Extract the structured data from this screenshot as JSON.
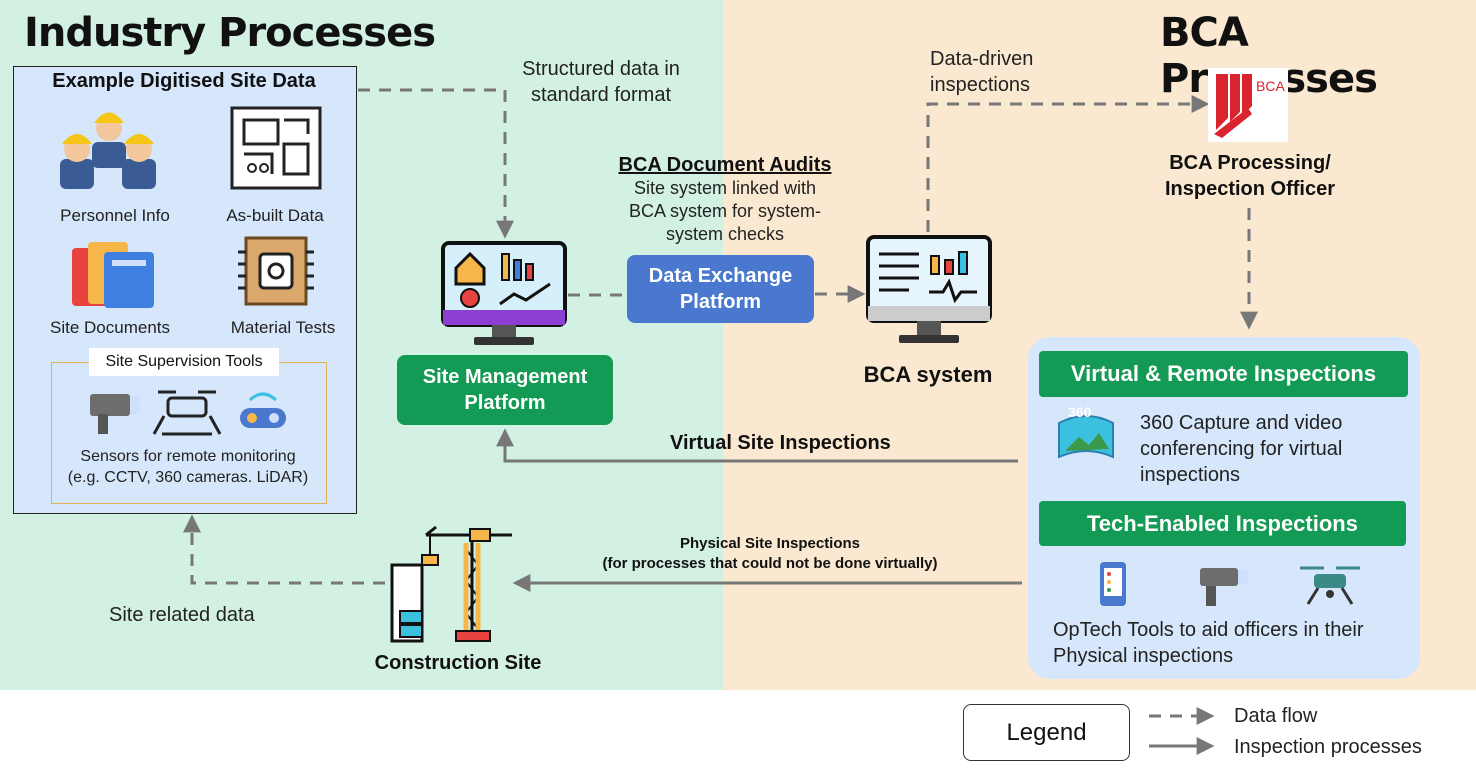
{
  "sections": {
    "industry_title": "Industry Processes",
    "bca_title": "BCA Processes"
  },
  "site_data": {
    "title": "Example Digitised Site Data",
    "items": [
      "Personnel Info",
      "As-built Data",
      "Site Documents",
      "Material Tests"
    ],
    "tools_title": "Site Supervision Tools",
    "tools_caption_line1": "Sensors for remote monitoring",
    "tools_caption_line2": "(e.g. CCTV, 360 cameras. LiDAR)"
  },
  "flows": {
    "structured_line1": "Structured data in",
    "structured_line2": "standard format",
    "data_driven_line1": "Data-driven",
    "data_driven_line2": "inspections",
    "doc_audits_title": "BCA Document Audits",
    "doc_audits_line1": "Site system linked with",
    "doc_audits_line2": "BCA system for system-",
    "doc_audits_line3": "system checks",
    "virtual_site": "Virtual Site Inspections",
    "physical_line1": "Physical Site Inspections",
    "physical_line2": "(for processes that could not be done virtually)",
    "site_related": "Site related data"
  },
  "nodes": {
    "site_mgmt_line1": "Site Management",
    "site_mgmt_line2": "Platform",
    "data_exchange_line1": "Data Exchange",
    "data_exchange_line2": "Platform",
    "bca_system": "BCA system",
    "bca_officer_line1": "BCA Processing/",
    "bca_officer_line2": "Inspection Officer",
    "bca_logo_text": "BCA",
    "construction_site": "Construction Site"
  },
  "inspections": {
    "virtual_title": "Virtual & Remote Inspections",
    "virtual_line1": "360 Capture and video",
    "virtual_line2": "conferencing for virtual",
    "virtual_line3": "inspections",
    "badge_360": "360",
    "tech_title": "Tech-Enabled Inspections",
    "tech_line1": "OpTech Tools to aid officers in their",
    "tech_line2": "Physical inspections"
  },
  "legend": {
    "title": "Legend",
    "data_flow": "Data flow",
    "inspection": "Inspection processes"
  },
  "colors": {
    "industry_bg": "#d3f1e3",
    "bca_bg": "#fae9d0",
    "green": "#139a55",
    "blue": "#4a78cf",
    "panel": "#d6e6fb",
    "bca_red": "#d9232e"
  }
}
